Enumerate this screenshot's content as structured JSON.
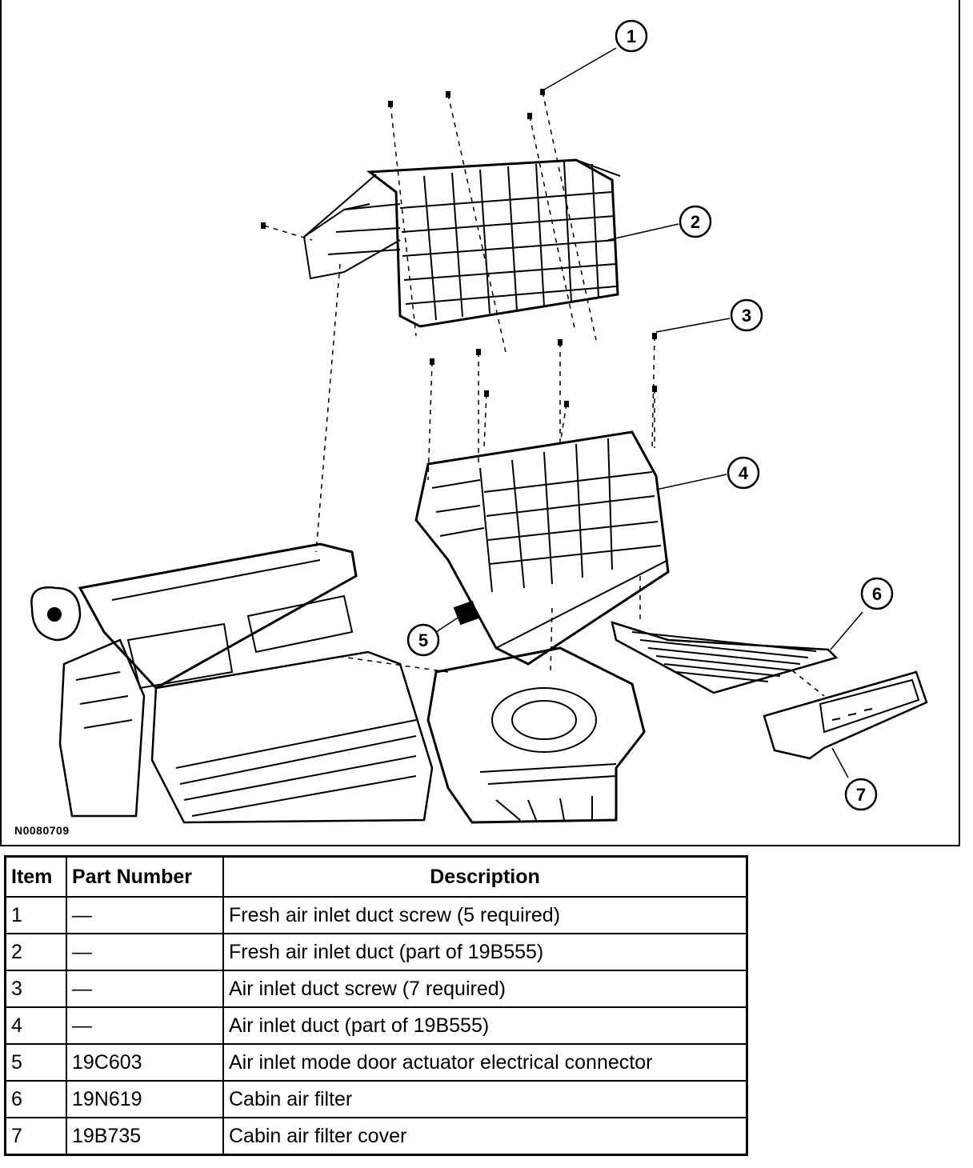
{
  "diagram": {
    "reference_code": "N0080709",
    "callouts": [
      "1",
      "2",
      "3",
      "4",
      "5",
      "6",
      "7"
    ]
  },
  "table": {
    "headers": {
      "item": "Item",
      "part_number": "Part Number",
      "description": "Description"
    },
    "rows": [
      {
        "item": "1",
        "part_number": "—",
        "description": "Fresh air inlet duct screw (5 required)"
      },
      {
        "item": "2",
        "part_number": "—",
        "description": "Fresh air inlet duct (part of 19B555)"
      },
      {
        "item": "3",
        "part_number": "—",
        "description": "Air inlet duct screw (7 required)"
      },
      {
        "item": "4",
        "part_number": "—",
        "description": "Air inlet duct (part of 19B555)"
      },
      {
        "item": "5",
        "part_number": "19C603",
        "description": "Air inlet mode door actuator electrical connector"
      },
      {
        "item": "6",
        "part_number": "19N619",
        "description": "Cabin air filter"
      },
      {
        "item": "7",
        "part_number": "19B735",
        "description": "Cabin air filter cover"
      }
    ]
  }
}
